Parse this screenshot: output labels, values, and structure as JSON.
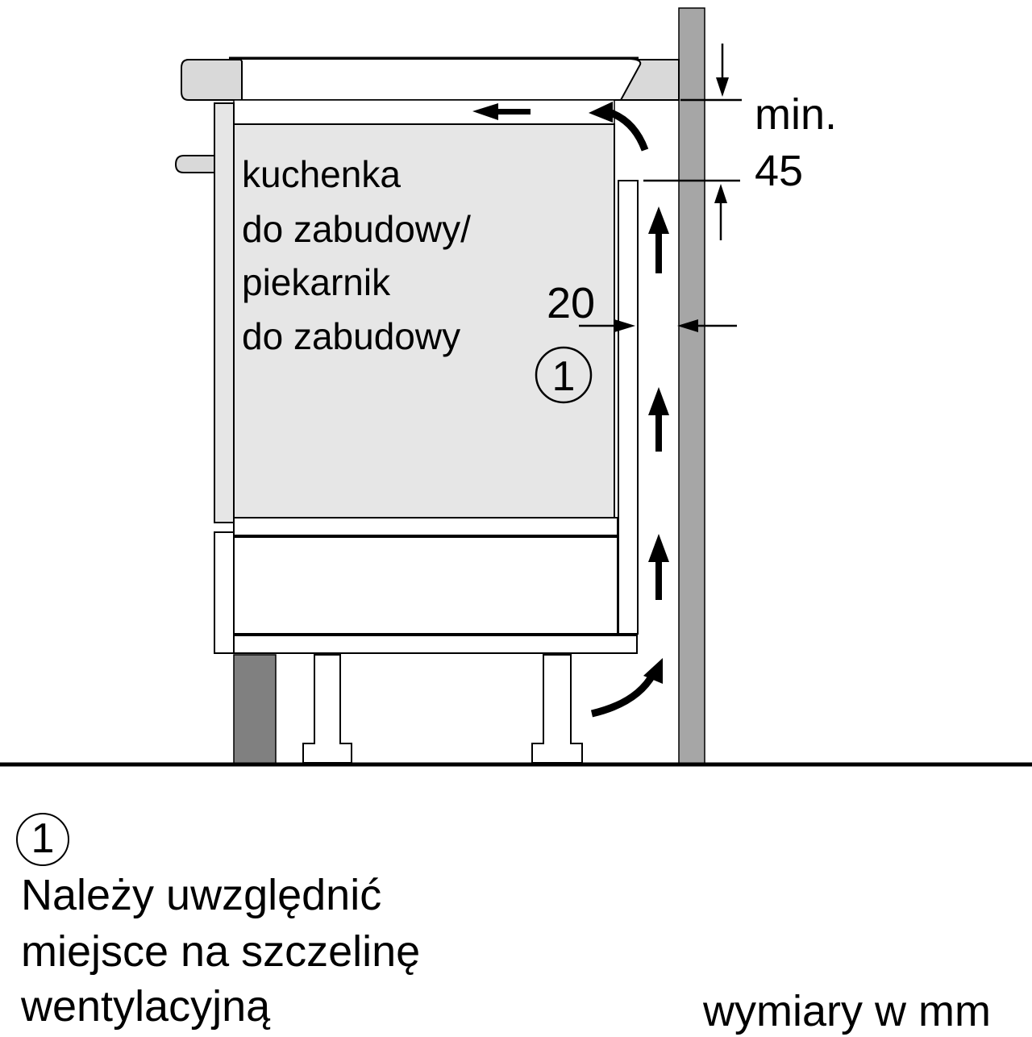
{
  "appliance_label": [
    "kuchenka",
    "do zabudowy/",
    "piekarnik",
    "do zabudowy"
  ],
  "dimensions": {
    "top_gap_line1": "min.",
    "top_gap_line2": "45",
    "rear_gap": "20"
  },
  "callout_marker": "1",
  "note": {
    "marker": "1",
    "lines": [
      "Należy uwzględnić",
      "miejsce na szczelinę",
      "wentylacyjną"
    ]
  },
  "units_note": "wymiary w mm",
  "colors": {
    "appliance_fill": "#e6e6e6",
    "panel_fill": "#d9d9d9",
    "wall_fill": "#a6a6a6",
    "plinth_fill": "#808080",
    "line": "#000000"
  }
}
